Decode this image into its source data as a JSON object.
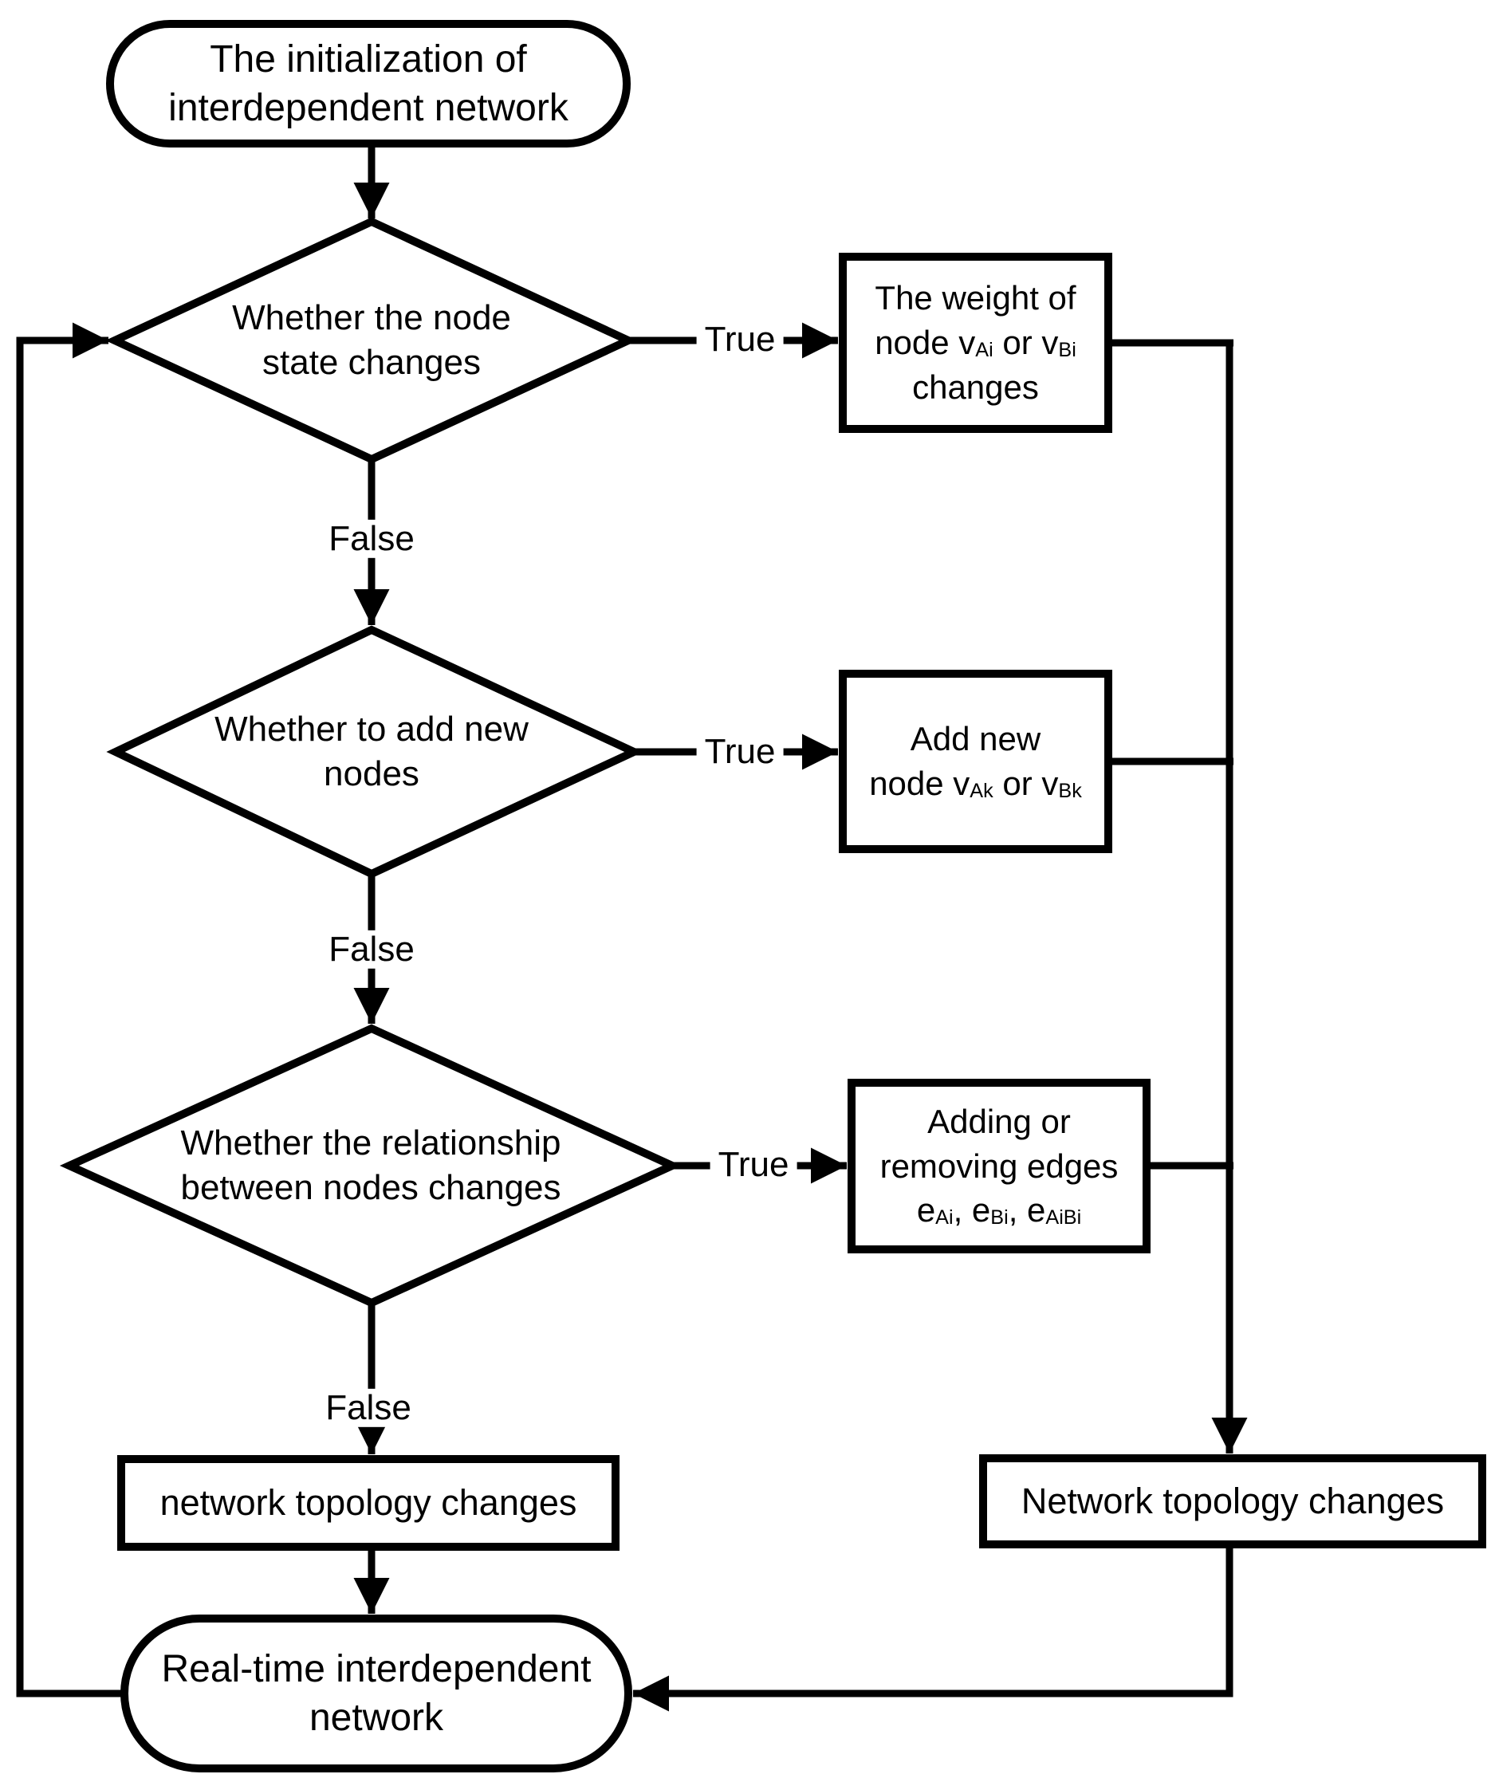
{
  "colors": {
    "ink": "#000000",
    "background": "#ffffff"
  },
  "labels": {
    "true": "True",
    "false": "False"
  },
  "nodes": {
    "start": {
      "text": "The initialization of interdependent network"
    },
    "decision_node_state": {
      "text": "Whether the node state changes"
    },
    "weight_change_box": {
      "line1": "The weight of",
      "line2a": "node v",
      "line2_sub1": "Ai",
      "line2b": " or v",
      "line2_sub2": "Bi",
      "line3": "changes"
    },
    "decision_add_nodes": {
      "text": "Whether to add new nodes"
    },
    "add_node_box": {
      "line1": "Add new",
      "line2a": "node v",
      "line2_sub1": "Ak",
      "line2b": " or v",
      "line2_sub2": "Bk"
    },
    "decision_relationship": {
      "text": "Whether the relationship between nodes changes"
    },
    "edge_change_box": {
      "line1": "Adding or",
      "line2": "removing edges",
      "line3a": "e",
      "line3_sub1": "Ai",
      "line3b": ", e",
      "line3_sub2": "Bi",
      "line3c": ", e",
      "line3_sub3": "AiBi"
    },
    "topology_change_left_box": {
      "text": "network topology changes"
    },
    "topology_change_right_box": {
      "text": "Network topology changes"
    },
    "end": {
      "text": "Real-time interdependent network"
    }
  }
}
